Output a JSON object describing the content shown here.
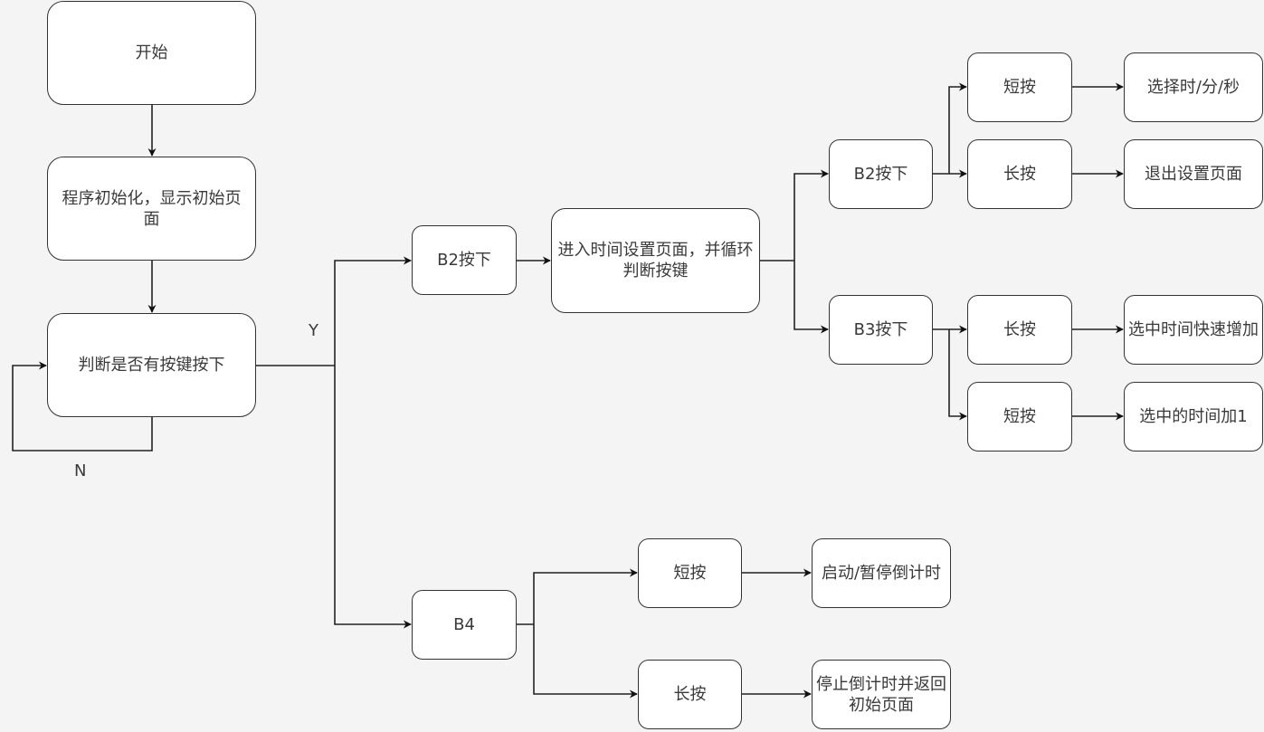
{
  "nodes": {
    "start": "开始",
    "init": "程序初始化，显示初始页面",
    "check": "判断是否有按键按下",
    "b2": "B2按下",
    "settime": "进入时间设置页面，并循环判断按键",
    "b2_inner": "B2按下",
    "b2_short": "短按",
    "b2_short_act": "选择时/分/秒",
    "b2_long": "长按",
    "b2_long_act": "退出设置页面",
    "b3": "B3按下",
    "b3_long": "长按",
    "b3_long_act": "选中时间快速增加",
    "b3_short": "短按",
    "b3_short_act": "选中的时间加1",
    "b4": "B4",
    "b4_short": "短按",
    "b4_short_act": "启动/暂停倒计时",
    "b4_long": "长按",
    "b4_long_act": "停止倒计时并返回初始页面"
  },
  "labels": {
    "yes": "Y",
    "no": "N"
  }
}
